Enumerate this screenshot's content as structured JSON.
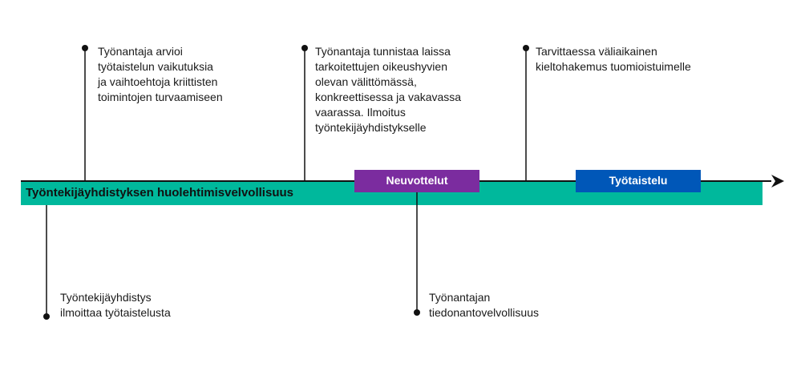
{
  "band": {
    "label": "Työntekijäyhdistyksen huolehtimisvelvollisuus",
    "color": "#00B89C"
  },
  "phases": {
    "negotiation": {
      "label": "Neuvottelut",
      "color": "#7B2C9F"
    },
    "strike": {
      "label": "Työtaistelu",
      "color": "#0057B8"
    }
  },
  "events": {
    "above": [
      "Työnantaja arvioi\ntyötaistelun vaikutuksia\nja vaihtoehtoja kriittisten\ntoimintojen turvaamiseen",
      "Työnantaja tunnistaa laissa\ntarkoitettujen oikeushyvien\nolevan välittömässä,\nkonkreettisessa ja vakavassa\nvaarassa. Ilmoitus\ntyöntekijäyhdistykselle",
      "Tarvittaessa väliaikainen\nkieltohakemus tuomioistuimelle"
    ],
    "below": [
      "Työntekijäyhdistys\nilmoittaa työtaistelusta",
      "Työnantajan\ntiedonantovelvollisuus"
    ]
  },
  "colors": {
    "line": "#111111",
    "text": "#1a1a1a"
  }
}
